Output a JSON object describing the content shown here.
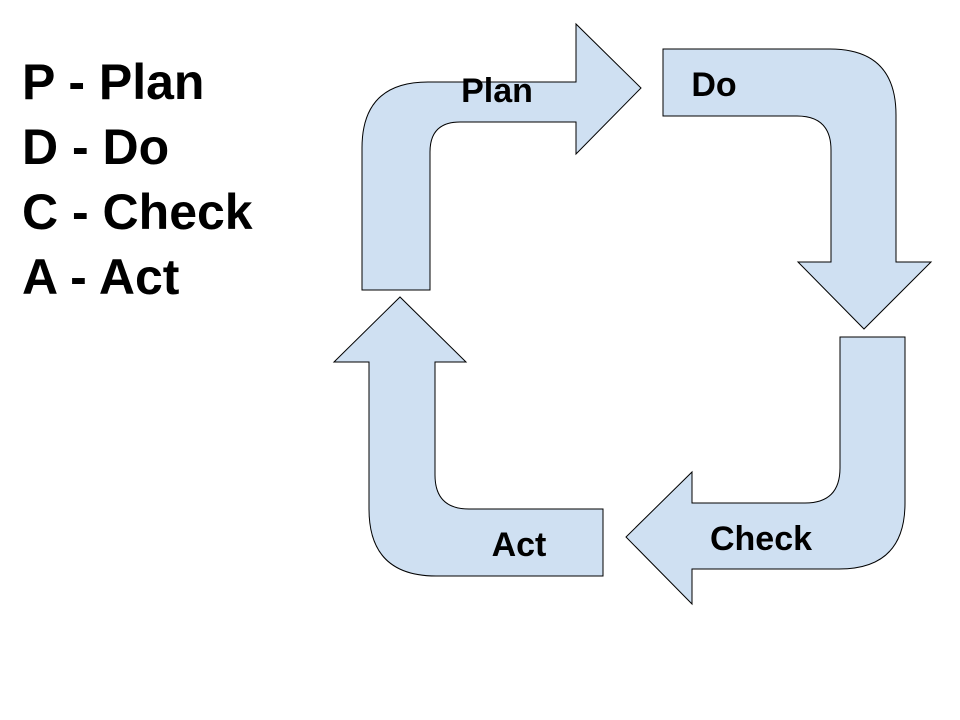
{
  "legend": {
    "items": [
      "P - Plan",
      "D - Do",
      "C - Check",
      "A - Act"
    ]
  },
  "cycle": {
    "plan": "Plan",
    "do": "Do",
    "check": "Check",
    "act": "Act"
  },
  "colors": {
    "arrow_fill": "#cfe0f2",
    "arrow_stroke": "#000000",
    "text": "#000000",
    "background": "#ffffff"
  }
}
